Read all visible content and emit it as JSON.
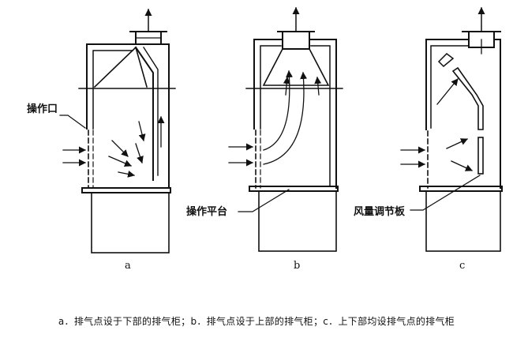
{
  "labels": {
    "operating_port": "操作口",
    "operating_platform": "操作平台",
    "air_damper": "风量调节板"
  },
  "panels": {
    "a": "a",
    "b": "b",
    "c": "c"
  },
  "caption": "a．排气点设于下部的排气柜；b．排气点设于上部的排气柜；c．上下部均设排气点的排气柜"
}
